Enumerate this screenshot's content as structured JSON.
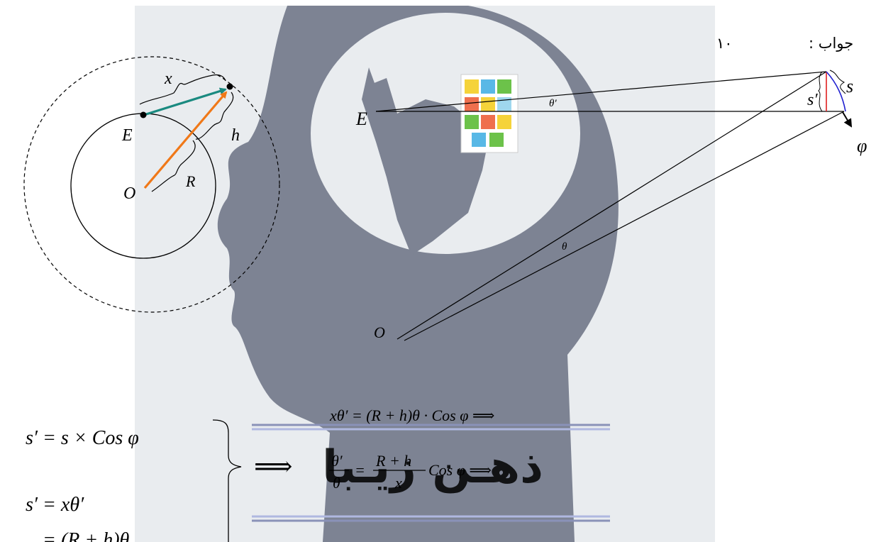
{
  "answer": {
    "label": "جواب :",
    "number": "۱۰"
  },
  "watermark": {
    "text": "ذهـن زیـبا"
  },
  "left_figure": {
    "labels": {
      "x": "x",
      "E": "E",
      "h": "h",
      "O": "O",
      "R": "R"
    },
    "colors": {
      "x_vector": "#1a8a80",
      "h_vector": "#f07818"
    }
  },
  "right_figure": {
    "labels": {
      "E": "E",
      "O": "O",
      "theta_prime": "θ′",
      "theta": "θ",
      "s_prime": "s′",
      "s": "s",
      "phi": "φ"
    },
    "colors": {
      "s_prime_segment": "#e02020",
      "s_arc": "#2020d0"
    }
  },
  "equations": {
    "eq1": "s′ = s × Cos φ",
    "eq2": "s′ = xθ′",
    "eq3": "= (R + h)θ",
    "implies": "⟹",
    "eq4": "xθ′ = (R + h)θ · Cos φ ⟹",
    "eq5_num_left": "θ′",
    "eq5_den_left": "θ",
    "eq5_eq": "=",
    "eq5_num_right": "R + h",
    "eq5_den_right": "x",
    "eq5_tail": "Cos φ ⟹"
  }
}
